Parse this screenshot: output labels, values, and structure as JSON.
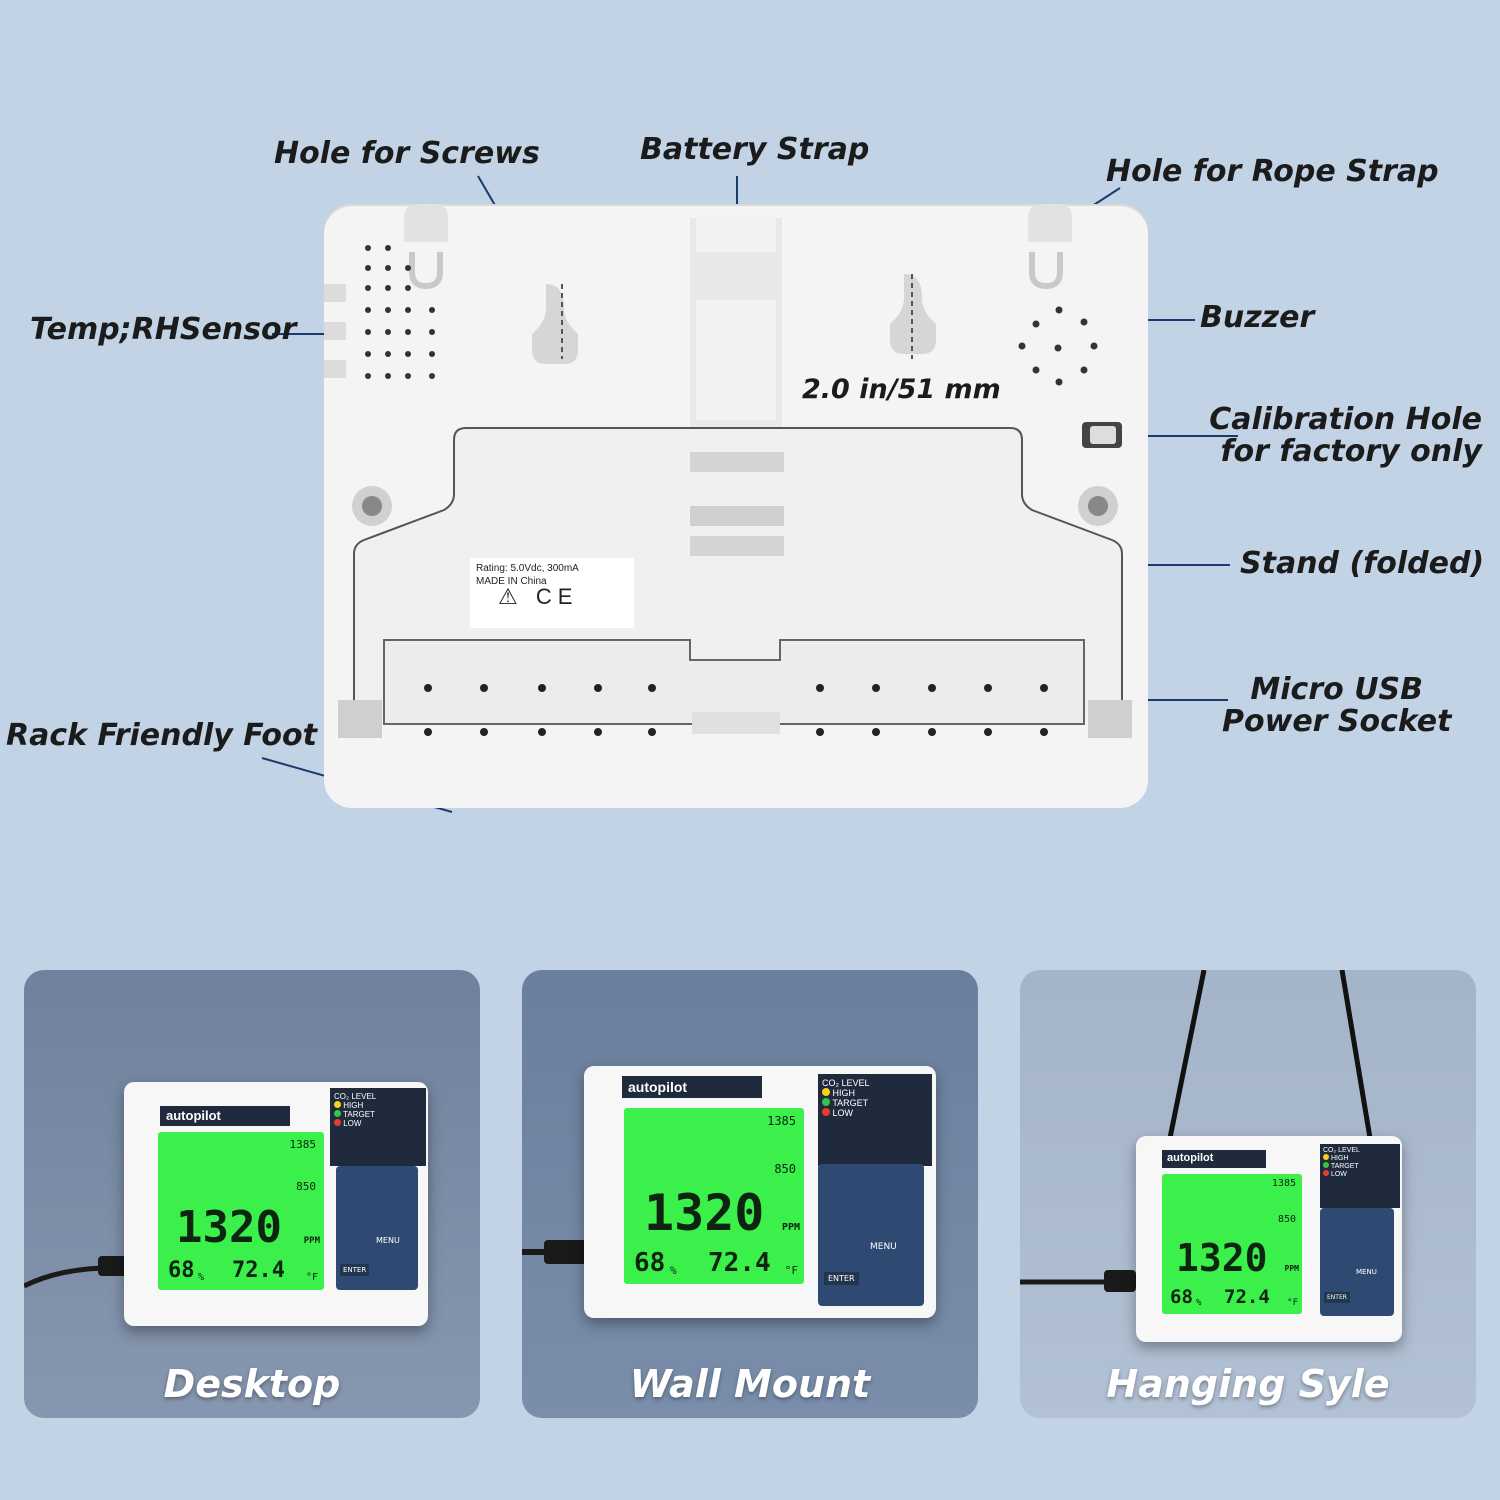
{
  "callouts": {
    "hole_for_screws": "Hole for Screws",
    "battery_strap": "Battery Strap",
    "hole_for_rope_strap": "Hole for Rope Strap",
    "temp_rh_sensor": "Temp;RHSensor",
    "buzzer": "Buzzer",
    "calibration_line1": "Calibration Hole",
    "calibration_line2": "for factory only",
    "stand_folded": "Stand (folded)",
    "micro_usb_line1": "Micro USB",
    "micro_usb_line2": "Power Socket",
    "rack_friendly_foot": "Rack Friendly Foot",
    "dimension": "2.0 in/51 mm"
  },
  "rating_label": {
    "line1": "Rating: 5.0Vdc, 300mA",
    "line2": "MADE IN China",
    "symbols": "⚠ CE"
  },
  "panels": [
    {
      "caption": "Desktop"
    },
    {
      "caption": "Wall Mount"
    },
    {
      "caption": "Hanging Syle"
    }
  ],
  "monitor": {
    "brand": "autopilot",
    "co2_value": "1320",
    "co2_unit": "PPM",
    "rh_value": "68",
    "rh_unit": "%",
    "temp_value": "72.4",
    "temp_unit": "°F",
    "avg_hi": "1385",
    "avg_lo": "850",
    "level_title": "CO₂ LEVEL",
    "level_high": "HIGH",
    "level_target": "TARGET",
    "level_low": "LOW",
    "menu": "MENU",
    "enter": "ENTER"
  },
  "colors": {
    "background": "#c2d3e6",
    "panel_desktop": "#7b8ea8",
    "panel_wall": "#6e82a0",
    "panel_hanging": "#a8b8cc",
    "lcd_green": "#3cf04b",
    "control_blue": "#2f4a72"
  }
}
